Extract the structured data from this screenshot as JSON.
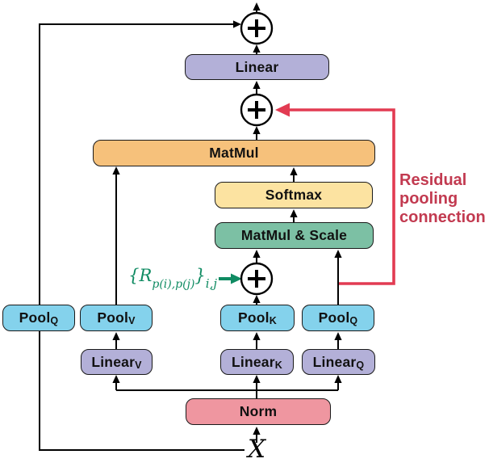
{
  "nodes": {
    "linear_out": {
      "label": "Linear"
    },
    "matmul": {
      "label": "MatMul"
    },
    "softmax": {
      "label": "Softmax"
    },
    "matmul_scale": {
      "label": "MatMul & Scale"
    },
    "pool_q_skip": {
      "label": "Pool",
      "sub": "Q"
    },
    "pool_v": {
      "label": "Pool",
      "sub": "V"
    },
    "pool_k": {
      "label": "Pool",
      "sub": "K"
    },
    "pool_q": {
      "label": "Pool",
      "sub": "Q"
    },
    "linear_v": {
      "label": "Linear",
      "sub": "V"
    },
    "linear_k": {
      "label": "Linear",
      "sub": "K"
    },
    "linear_q": {
      "label": "Linear",
      "sub": "Q"
    },
    "norm": {
      "label": "Norm"
    }
  },
  "labels": {
    "input": "X",
    "residual": {
      "lines": [
        "Residual",
        "pooling",
        "connection"
      ]
    },
    "rel_pos_bias": {
      "open_brace": "{",
      "base": "R",
      "inner_subscript": "p(i),p(j)",
      "close_brace": "}",
      "outer_subscript": "i,j"
    },
    "sum_operator": "+"
  },
  "colors": {
    "box-purple": "#b3b0d8",
    "box-orange": "#f6c17b",
    "box-yellow": "#fce3a1",
    "box-green": "#7cc0a4",
    "box-blue": "#84d2ec",
    "box-pink": "#ef96a0",
    "residual-line": "#e23b52",
    "residual-text": "#c23a50",
    "relpos-green": "#0f8b62",
    "wire": "#000000"
  }
}
